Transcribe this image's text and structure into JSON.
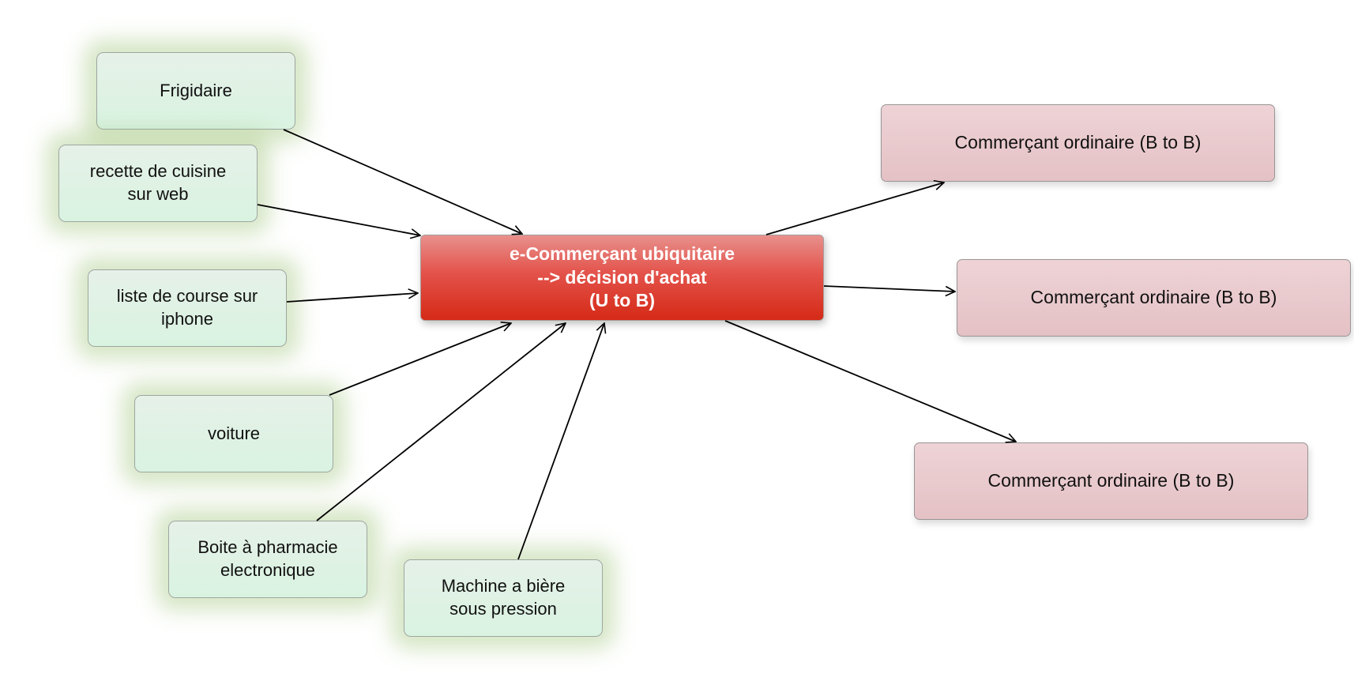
{
  "diagram": {
    "center": {
      "label": "e-Commerçant ubiquitaire\n--> décision d'achat\n(U to B)"
    },
    "sources": [
      {
        "label": "Frigidaire"
      },
      {
        "label": "recette de cuisine\nsur web"
      },
      {
        "label": "liste de course sur\niphone"
      },
      {
        "label": "voiture"
      },
      {
        "label": "Boite à pharmacie\nelectronique"
      },
      {
        "label": "Machine a bière\nsous pression"
      }
    ],
    "targets": [
      {
        "label": "Commerçant ordinaire (B to B)"
      },
      {
        "label": "Commerçant ordinaire (B to B)"
      },
      {
        "label": "Commerçant ordinaire (B to B)"
      }
    ]
  },
  "colors": {
    "center_fill": "#d52a17",
    "source_fill": "#d9f3e1",
    "source_glow": "#9ec476",
    "target_fill": "#e4c1c5",
    "connector": "#000000"
  }
}
